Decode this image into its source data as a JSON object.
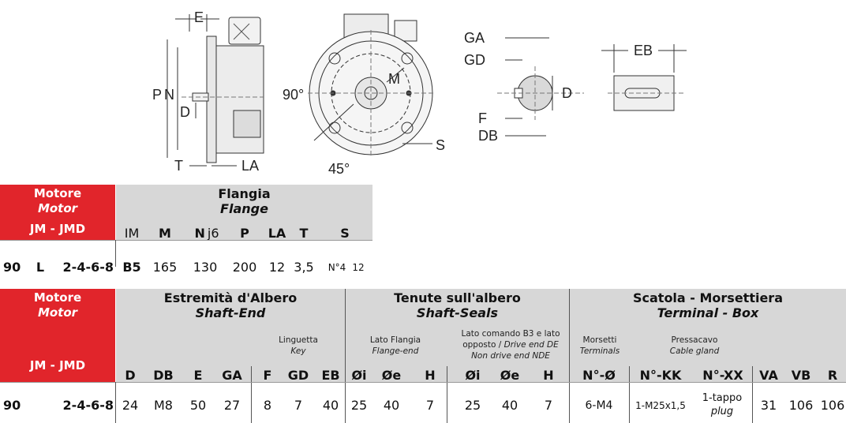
{
  "drawing_labels": {
    "side_view": {
      "E": "E",
      "P": "P",
      "N": "N",
      "D": "D",
      "T": "T",
      "LA": "LA"
    },
    "front_view": {
      "angle_90": "90°",
      "M": "M",
      "angle_45": "45°",
      "S": "S"
    },
    "shaft_section": {
      "GA": "GA",
      "GD": "GD",
      "D": "D",
      "F": "F",
      "DB": "DB"
    },
    "shaft_side": {
      "EB": "EB"
    }
  },
  "table_flange": {
    "motor_header": {
      "line1": "Motore",
      "line2": "Motor",
      "line3": "JM - JMD"
    },
    "group": {
      "line1": "Flangia",
      "line2": "Flange"
    },
    "columns": {
      "IM": "IM",
      "M": "M",
      "N_main": "N",
      "N_sub": "j6",
      "P": "P",
      "LA": "LA",
      "T": "T",
      "S": "S"
    },
    "row": {
      "size": "90",
      "type": "L",
      "poles": "2-4-6-8",
      "IM": "B5",
      "M": "165",
      "N": "130",
      "P": "200",
      "LA": "12",
      "T": "3,5",
      "S1": "N°4",
      "S2": "12"
    }
  },
  "table_shaft": {
    "motor_header": {
      "line1": "Motore",
      "line2": "Motor",
      "line3": "JM - JMD"
    },
    "group_shaft_end": {
      "line1": "Estremità d'Albero",
      "line2": "Shaft-End",
      "key_line1": "Linguetta",
      "key_line2": "Key"
    },
    "group_seals": {
      "line1": "Tenute sull'albero",
      "line2": "Shaft-Seals",
      "flange_line1": "Lato Flangia",
      "flange_line2": "Flange-end",
      "drive_line1": "Lato comando B3 e lato",
      "drive_line2a": "opposto / ",
      "drive_line2b": "Drive end DE",
      "drive_line3": "Non drive end NDE"
    },
    "group_box": {
      "line1": "Scatola - Morsettiera",
      "line2": "Terminal - Box",
      "terminals_line1": "Morsetti",
      "terminals_line2": "Terminals",
      "gland_line1": "Pressacavo",
      "gland_line2": "Cable gland"
    },
    "columns": {
      "D": "D",
      "DB": "DB",
      "E": "E",
      "GA": "GA",
      "F": "F",
      "GD": "GD",
      "EB": "EB",
      "Oi1": "Øi",
      "Oe1": "Øe",
      "H1": "H",
      "Oi2": "Øi",
      "Oe2": "Øe",
      "H2": "H",
      "N_O": "N°-Ø",
      "N_KK": "N°-KK",
      "N_XX": "N°-XX",
      "VA": "VA",
      "VB": "VB",
      "R": "R"
    },
    "row": {
      "size": "90",
      "poles": "2-4-6-8",
      "D": "24",
      "DB": "M8",
      "E": "50",
      "GA": "27",
      "F": "8",
      "GD": "7",
      "EB": "40",
      "Oi1": "25",
      "Oe1": "40",
      "H1": "7",
      "Oi2": "25",
      "Oe2": "40",
      "H2": "7",
      "N_O": "6-M4",
      "N_KK": "1-M25x1,5",
      "N_XX_1": "1-tappo",
      "N_XX_2": "plug",
      "VA": "31",
      "VB": "106",
      "R": "106"
    }
  },
  "colors": {
    "header_red": "#e1252b",
    "header_gray": "#d7d7d7"
  }
}
